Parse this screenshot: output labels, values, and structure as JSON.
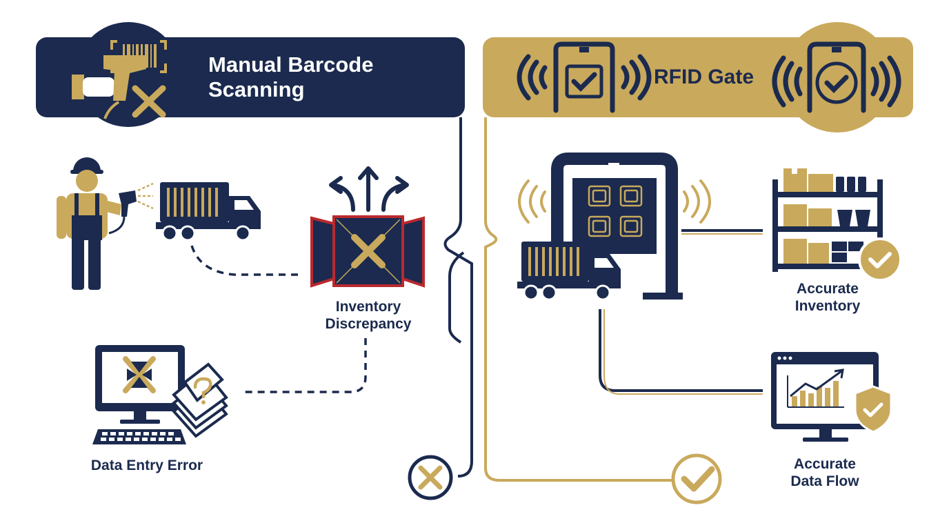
{
  "colors": {
    "navy": "#1b2a4e",
    "gold": "#c9a95c",
    "red": "#b9292e",
    "white": "#ffffff"
  },
  "manual": {
    "title_line1": "Manual Barcode",
    "title_line2": "Scanning",
    "discrepancy_line1": "Inventory",
    "discrepancy_line2": "Discrepancy",
    "data_error": "Data Entry Error",
    "outcome_icon": "x-circle-icon"
  },
  "rfid": {
    "title": "RFID Gate",
    "inventory_line1": "Accurate",
    "inventory_line2": "Inventory",
    "dataflow_line1": "Accurate",
    "dataflow_line2": "Data Flow",
    "outcome_icon": "check-circle-icon"
  }
}
